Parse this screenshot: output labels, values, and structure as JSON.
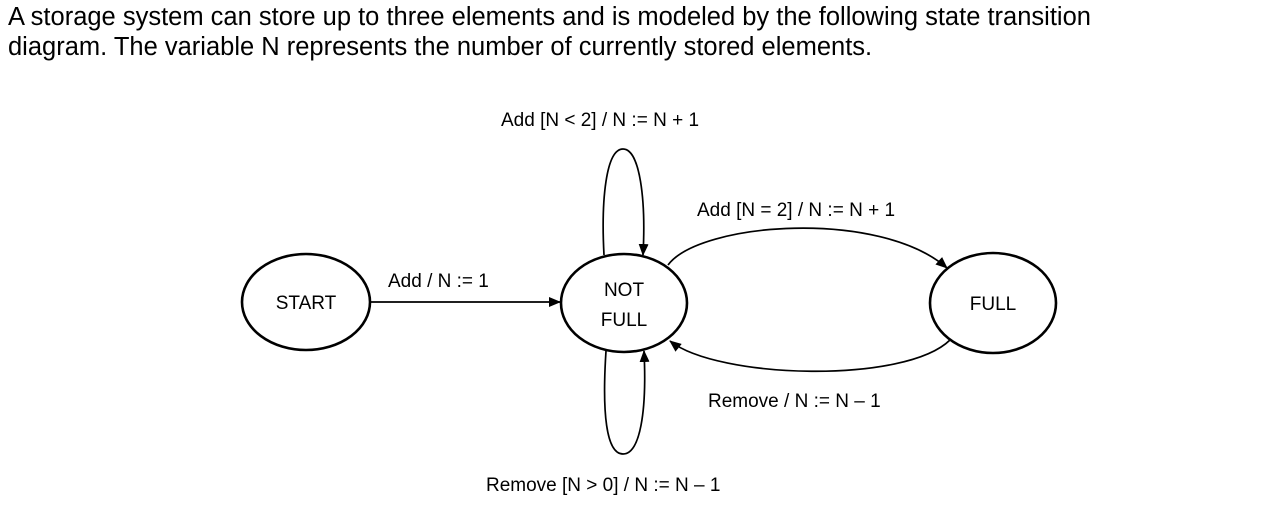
{
  "intro": {
    "line1": "A storage system can store up to three elements and is modeled by the following state transition",
    "line2": "diagram. The variable N represents the number of currently stored elements."
  },
  "diagram": {
    "states": {
      "start": "START",
      "not_full_line1": "NOT",
      "not_full_line2": "FULL",
      "full": "FULL"
    },
    "transitions": {
      "start_to_not_full": "Add / N := 1",
      "self_loop_add": "Add [N < 2] / N := N + 1",
      "not_full_to_full": "Add [N = 2] / N := N + 1",
      "full_to_not_full": "Remove / N := N – 1",
      "self_loop_remove": "Remove [N > 0] / N := N – 1"
    },
    "colors": {
      "stroke": "#000000",
      "background": "#ffffff"
    }
  }
}
